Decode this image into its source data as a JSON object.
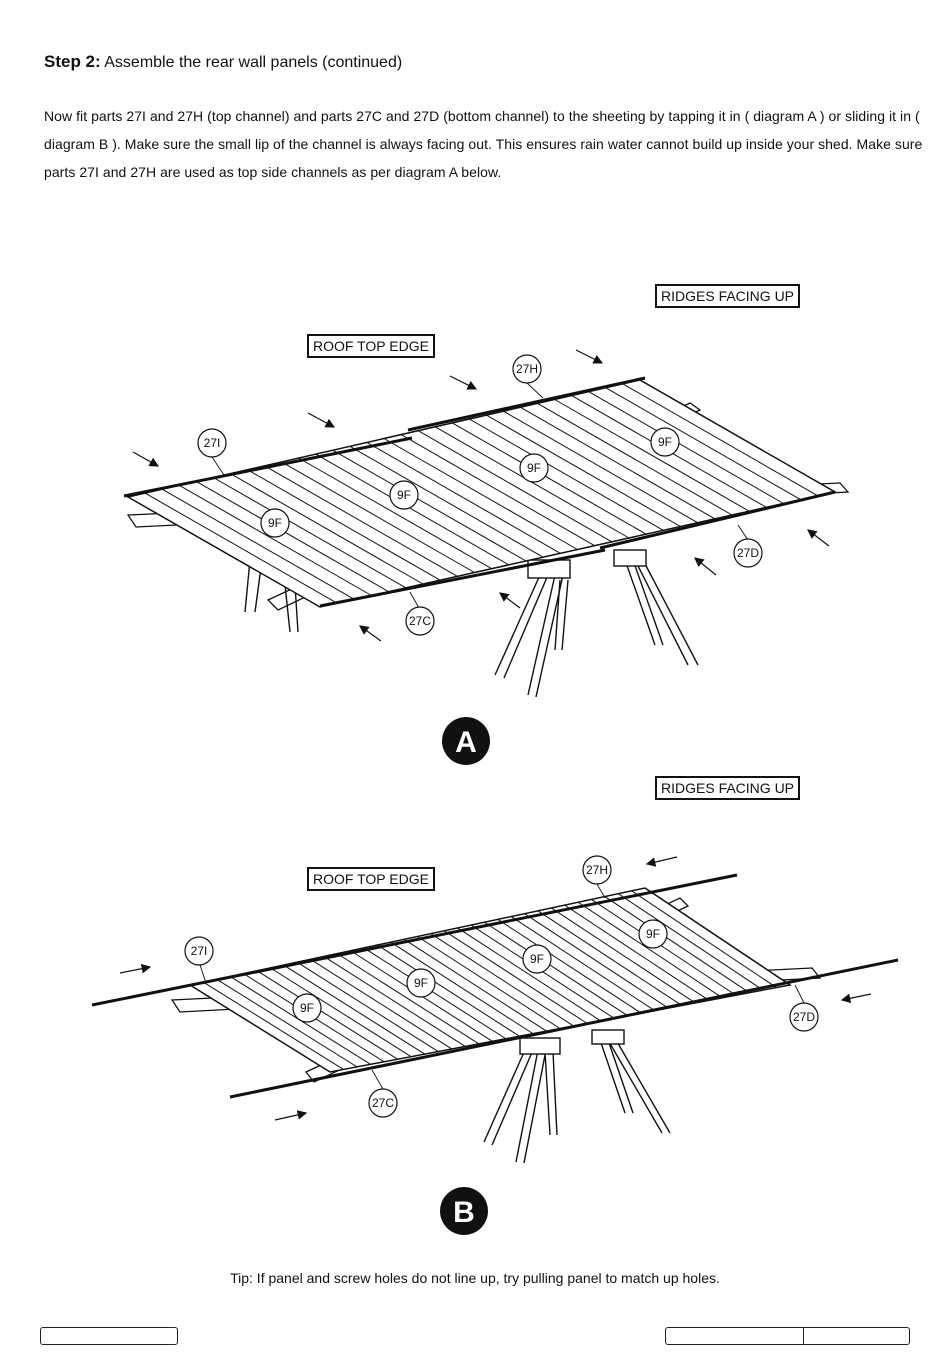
{
  "heading": {
    "step": "Step 2:",
    "title": "Assemble the rear wall panels (continued)"
  },
  "intro": "Now fit parts 27I and 27H (top channel) and parts 27C and 27D (bottom channel) to the sheeting by tapping it in ( diagram A ) or sliding it in ( diagram B ). Make sure the small lip of the channel is always facing out. This ensures rain water cannot build up inside your shed. Make sure parts 27I and 27H are used as top side channels as per diagram A below.",
  "diagram_a": {
    "badge": "A",
    "ridges_label": "RIDGES FACING UP",
    "roof_edge_label": "ROOF TOP EDGE",
    "callouts": {
      "c27i": "27I",
      "c27h": "27H",
      "c9f_1": "9F",
      "c9f_2": "9F",
      "c9f_3": "9F",
      "c9f_4": "9F",
      "c27d": "27D",
      "c27c": "27C"
    }
  },
  "diagram_b": {
    "badge": "B",
    "ridges_label": "RIDGES FACING UP",
    "roof_edge_label": "ROOF TOP EDGE",
    "callouts": {
      "c27i": "27I",
      "c27h": "27H",
      "c9f_1": "9F",
      "c9f_2": "9F",
      "c9f_3": "9F",
      "c9f_4": "9F",
      "c27d": "27D",
      "c27c": "27C"
    }
  },
  "tip": {
    "label": "Tip:",
    "text": " If panel and screw holes do not line up, try pulling panel to match up holes."
  }
}
